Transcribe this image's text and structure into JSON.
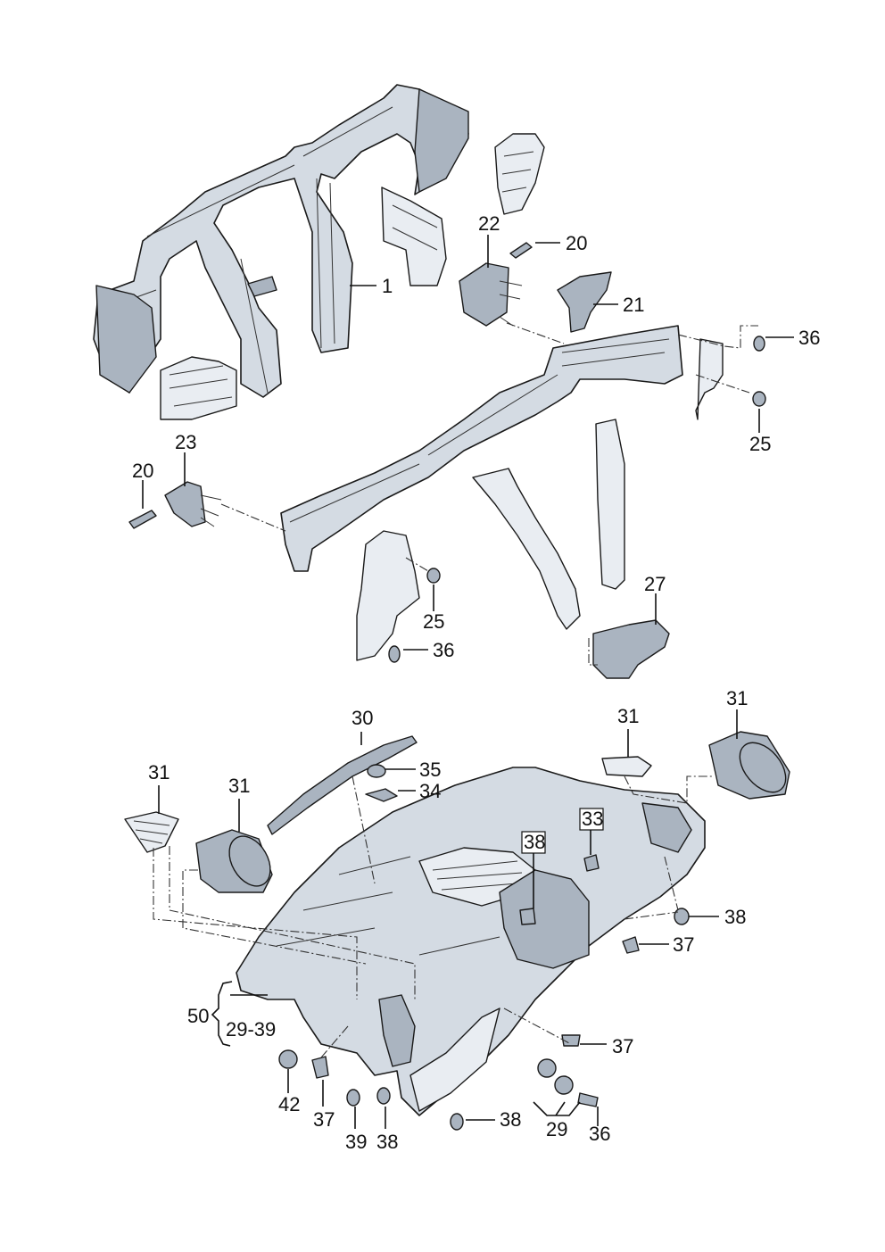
{
  "callouts": {
    "c1": "1",
    "c20a": "20",
    "c20b": "20",
    "c21": "21",
    "c22": "22",
    "c23": "23",
    "c25a": "25",
    "c25b": "25",
    "c27": "27",
    "c36a": "36",
    "c36b": "36",
    "c36c": "36",
    "c30": "30",
    "c31a": "31",
    "c31b": "31",
    "c31c": "31",
    "c31d": "31",
    "c33": "33",
    "c34": "34",
    "c35": "35",
    "c37a": "37",
    "c37b": "37",
    "c37c": "37",
    "c38a": "38",
    "c38b": "38",
    "c38c": "38",
    "c38d": "38",
    "c39": "39",
    "c42": "42",
    "c29": "29",
    "c50": "50",
    "c2939": "29-39"
  }
}
